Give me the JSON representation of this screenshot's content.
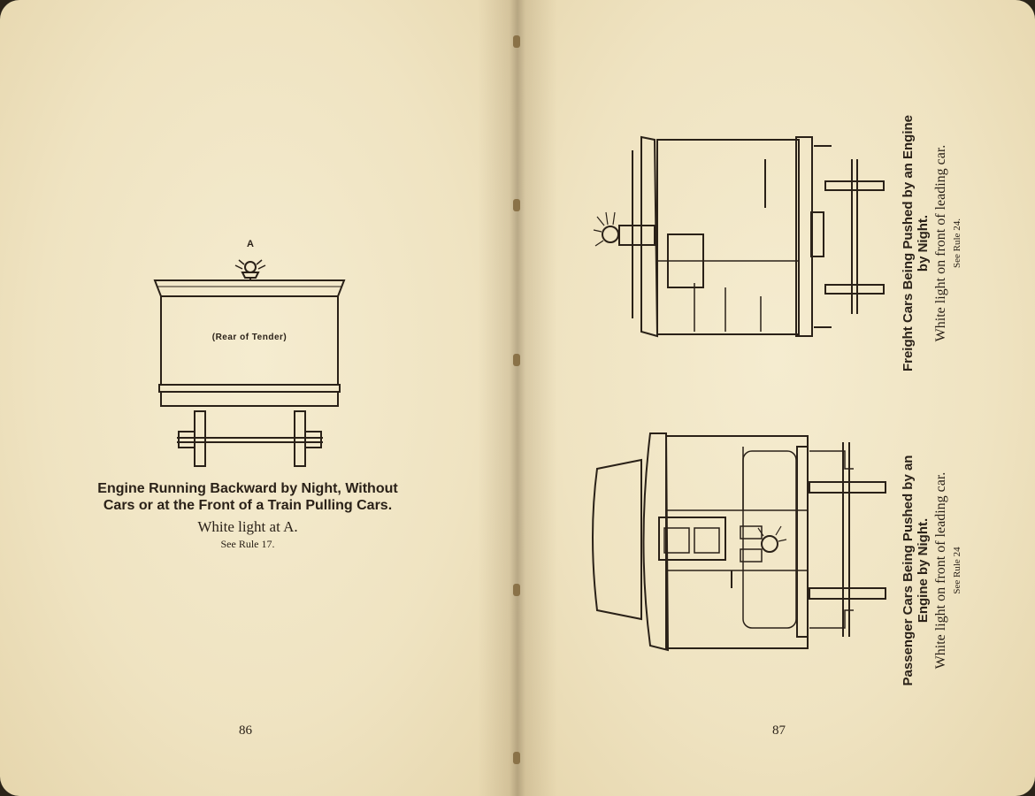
{
  "left_page": {
    "lamp_label": "A",
    "tender_label": "(Rear of Tender)",
    "caption_line1": "Engine Running Backward by Night, Without",
    "caption_line2": "Cars or at the Front of a Train Pulling Cars.",
    "caption_sub": "White light at A.",
    "caption_rule": "See Rule 17.",
    "page_number": "86"
  },
  "right_page": {
    "freight": {
      "title_line1": "Freight Cars Being Pushed by an Engine",
      "title_line2": "by Night.",
      "sub": "White light on front of leading car.",
      "rule": "See Rule 24."
    },
    "passenger": {
      "title_line1": "Passenger Cars Being Pushed by an",
      "title_line2": "Engine by Night.",
      "sub": "White light on front of leading car.",
      "rule": "See Rule 24"
    },
    "page_number": "87"
  }
}
